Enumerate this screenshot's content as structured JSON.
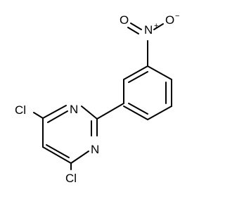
{
  "molecule": {
    "atoms": {
      "cl_left": {
        "symbol": "Cl",
        "color": "#000000"
      },
      "cl_bottom": {
        "symbol": "Cl",
        "color": "#000000"
      },
      "n_ring_top": {
        "symbol": "N",
        "color": "#000000"
      },
      "n_ring_bottom": {
        "symbol": "N",
        "color": "#000000"
      },
      "n_nitro": {
        "symbol": "N",
        "color": "#000000"
      },
      "o_left": {
        "symbol": "O",
        "color": "#ff0000"
      },
      "o_right": {
        "symbol": "O",
        "color": "#ff0000"
      }
    },
    "charges": {
      "n_nitro_charge": "+",
      "o_right_charge": "−"
    },
    "colors": {
      "bond": "#000000",
      "oxygen": "#ff0000",
      "background": "#ffffff"
    }
  }
}
